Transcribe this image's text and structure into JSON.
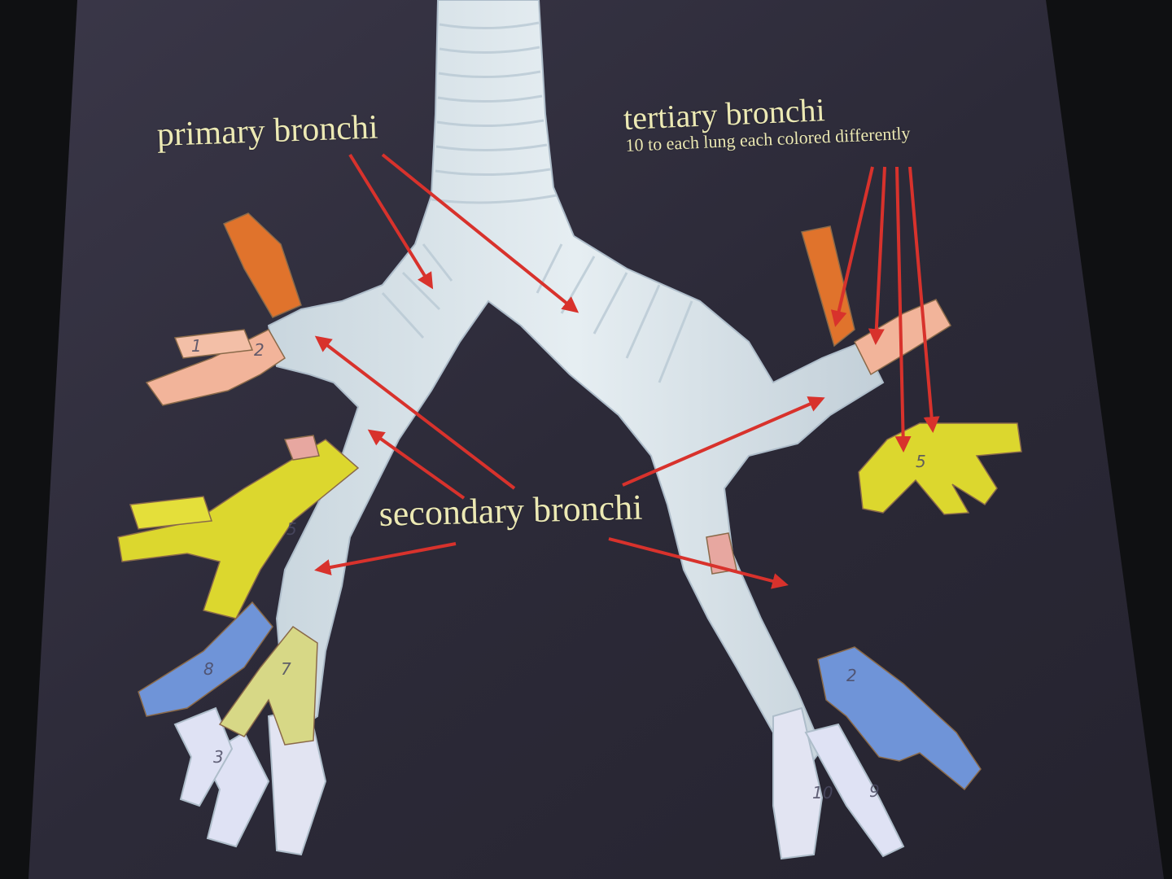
{
  "labels": {
    "primary": "primary bronchi",
    "tertiary": "tertiary bronchi",
    "tertiary_note": "10 to each lung each colored differently",
    "secondary": "secondary bronchi"
  },
  "segment_numbers": [
    "1",
    "2",
    "3",
    "5",
    "7",
    "9",
    "10",
    "8",
    "2",
    "5"
  ],
  "colors": {
    "background": "#2d2b3a",
    "airway": "#dce6ec",
    "segment_orange": "#e0732c",
    "segment_peach": "#f2b49a",
    "segment_yellow": "#dcd72e",
    "segment_blue": "#6f94d8",
    "segment_pale_yellow": "#d7d886",
    "segment_lilac": "#dfe2f4",
    "arrow": "#d8322c",
    "label_text": "#ece9b4"
  }
}
